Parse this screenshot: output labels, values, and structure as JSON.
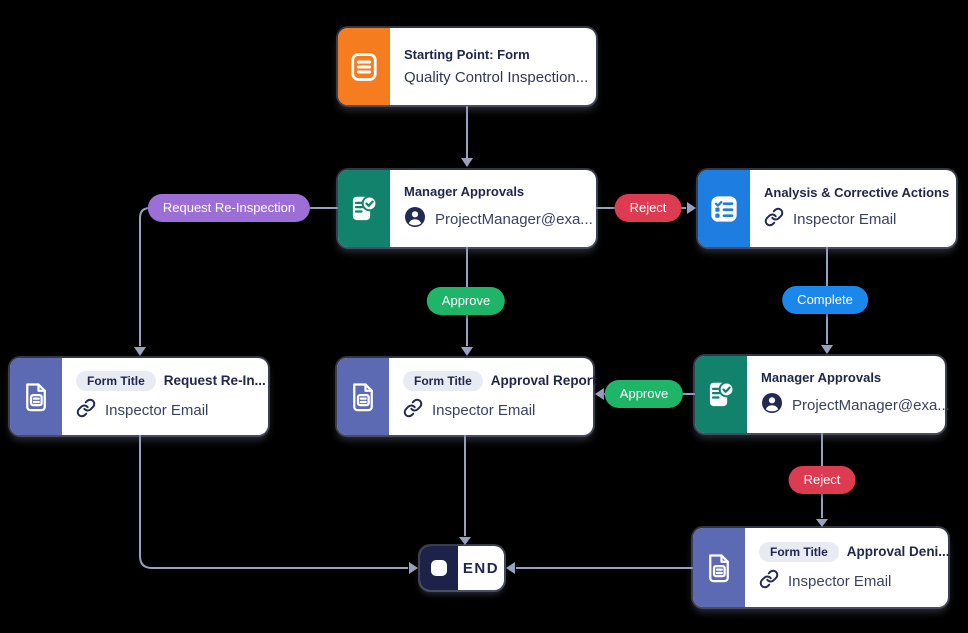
{
  "canvas": {
    "background": "#000000",
    "line_color": "#99A1C1"
  },
  "colors": {
    "start_accent": "#F57D20",
    "approval_accent": "#12826C",
    "task_accent": "#1E7DE0",
    "form_accent": "#5C6AB4",
    "end_accent": "#1D2348",
    "label_purple": "#9D6FD6",
    "label_red": "#DC3B51",
    "label_green": "#1FB569",
    "label_blue": "#1B87EA",
    "title_text": "#20274D",
    "badge_bg": "#E9EBF3"
  },
  "icons": {
    "start": "form-lines-icon",
    "approval": "document-check-icon",
    "task": "checklist-icon",
    "form": "form-document-icon",
    "assignee": "avatar-icon",
    "linked_field": "link-icon",
    "end": "stop-square-icon"
  },
  "nodes": {
    "start": {
      "title": "Starting Point: Form",
      "subtitle": "Quality Control Inspection..."
    },
    "manager1": {
      "title": "Manager Approvals",
      "assignee": "ProjectManager@exa..."
    },
    "analysis": {
      "title": "Analysis & Corrective Actions",
      "assignee": "Inspector Email"
    },
    "form_reinspection": {
      "badge": "Form Title",
      "title": "Request Re-In...",
      "assignee": "Inspector Email"
    },
    "form_approval_report": {
      "badge": "Form Title",
      "title": "Approval Report",
      "assignee": "Inspector Email"
    },
    "manager2": {
      "title": "Manager Approvals",
      "assignee": "ProjectManager@exa..."
    },
    "form_approval_denied": {
      "badge": "Form Title",
      "title": "Approval Deni...",
      "assignee": "Inspector Email"
    },
    "end": {
      "label": "END"
    }
  },
  "connectors": {
    "request_reinspection": {
      "text": "Request Re-Inspection",
      "color": "#9D6FD6"
    },
    "reject1": {
      "text": "Reject",
      "color": "#DC3B51"
    },
    "approve1": {
      "text": "Approve",
      "color": "#1FB569"
    },
    "complete": {
      "text": "Complete",
      "color": "#1B87EA"
    },
    "approve2": {
      "text": "Approve",
      "color": "#1FB569"
    },
    "reject2": {
      "text": "Reject",
      "color": "#DC3B51"
    }
  }
}
